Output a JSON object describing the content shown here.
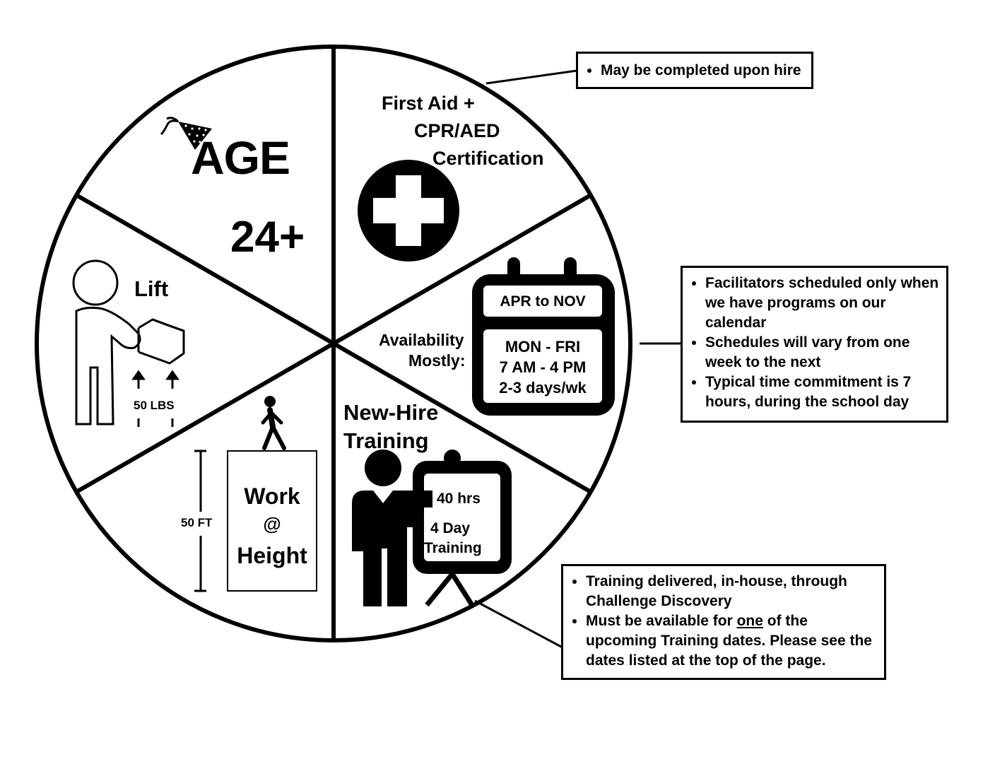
{
  "age": {
    "label": "AGE",
    "value": "24+"
  },
  "first_aid": {
    "line1": "First Aid +",
    "line2": "CPR/AED",
    "line3": "Certification"
  },
  "availability": {
    "label1": "Availability",
    "label2": "Mostly:",
    "months": "APR to NOV",
    "days": "MON - FRI",
    "hours": "7 AM - 4 PM",
    "frequency": "2-3 days/wk"
  },
  "training": {
    "title1": "New-Hire",
    "title2": "Training",
    "hours": "40 hrs",
    "days1": "4 Day",
    "days2": "Training"
  },
  "height": {
    "line1": "Work",
    "line2": "@",
    "line3": "Height",
    "measure": "50 FT"
  },
  "lift": {
    "label": "Lift",
    "weight": "50 LBS"
  },
  "notes": {
    "first_aid": [
      "May be completed upon hire"
    ],
    "availability": [
      "Facilitators scheduled only when we have programs on our calendar",
      "Schedules will vary from one week to the next",
      "Typical time commitment is 7 hours, during the school day"
    ],
    "training": {
      "item1": "Training delivered, in-house, through Challenge Discovery",
      "item2_pre": "Must be available for ",
      "item2_emph": "one",
      "item2_post": " of the upcoming Training dates. Please see the dates listed at the top of the page."
    }
  }
}
